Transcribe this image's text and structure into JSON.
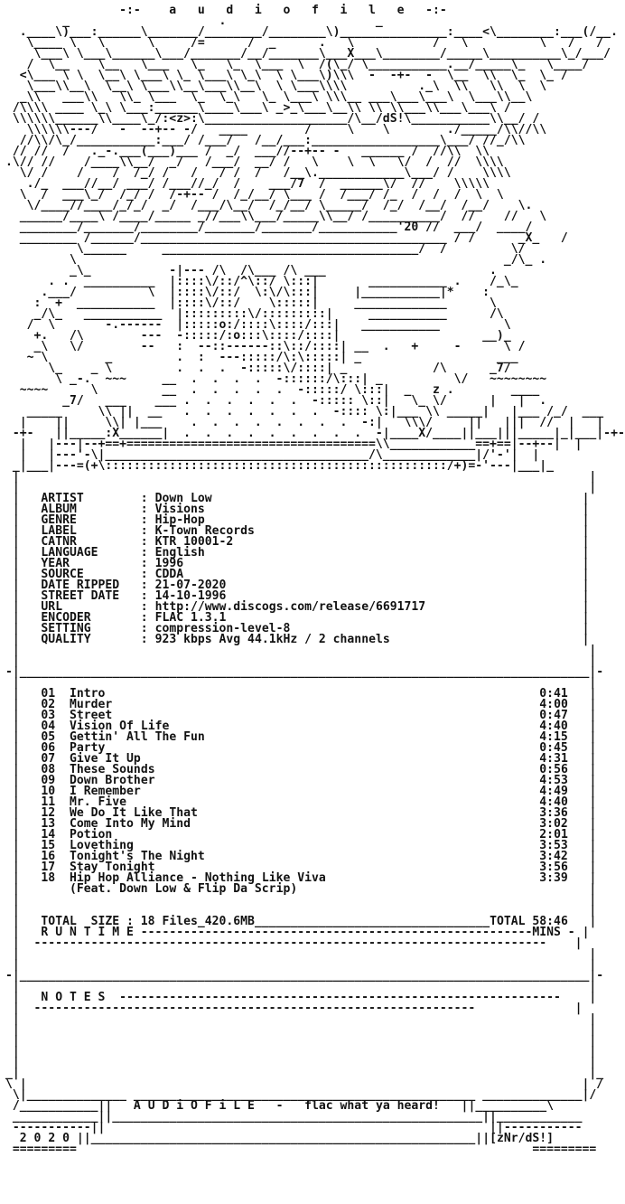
{
  "header": {
    "title": "-:-   a u d i o f i l e   -:-"
  },
  "art": {
    "logo_lines": [
      "                -:-    a   u   d   i   o   f   i   l   e   -:-",
      "        _                     .                     _",
      "  .____\\)___:______\\_______/________/________\\)_______________:____<\\________:___(/__.",
      "   \\____ \\   \\      \\     /=      /  _      .   \\           /   \\          \\   /   /",
      "    \\___\\ \\___\\______\\___/_______/__/_______\\___X___\\________/_____\\__________\\_/___/",
      "   /  \\__    \\__   \\___   \\_   \\_  \\___  \\  /(\\_/ \\___________.__/_____\\_   \\____/",
      "  <\\___ \\ \\  \\__\\ \\___\\ \\_ \\___\\ \\_\\  \\ \\___\\)\\\\\\  -  -+-  -  \\__  \\\\  \\_  \\_ /",
      "   \\___\\\\__\\  \\__\\ \\___\\\\__\\___\\\\__\\  \\ \\___\\\\\\\\          ._\\  \\\\   \\\\  \\  \\",
      "  _\\\\   ___\\\\   \\\\_ \\___  \\_  \\_\\   \\_ \\___\\ \\\\\\__ ___\\___\\___\\  \\___\\\\__\\",
      " /\\\\\\\\ ____ \\_\\ \\___:______\\____\\___\\ _>_\\___\\__\\\\ \\\\ \\\\___\\\\___\\___\\ /",
      " \\\\\\\\\\\\______\\\\____\\_/:<z>:\\____________________/\\__/dS!\\___________\\\\__/ /",
      "   \\\\\\\\\\\\---/   -  --+-- -/   ____        /     \\    \\        ./_____/\\\\//\\\\",
      "  //\\\\/\\_/___________:___/ /___/   /__/___:__________________\\___/ //_/\\\\",
      " // //  /   ._-.___(___)___ /  _/  ___//--+-- -   ______ /  //\\\\  \\\\",
      ".\\// //    /____\\\\__/  _/   /___/  __/ /   \\    \\  \\   \\/  /  //  \\\\\\\\",
      "  \\/ /    /    /  /_/ /   /   / /  /   /__\\.____________\\___/ /    \\\\\\\\",
      "   ./_  ___//__/ ___/ /___//_/  /    ___/7  /  ______\\/  //    \\\\\\\\\\",
      "  \\  /  ___\\_/  /_/ /  /-+-- /  /_/__/ \\___ /  /___/ /_  /  /  /  \\  \\",
      "   \\/____//____/_/_/  _/  /___/\\__/  /_/__/ \\_____/  /_/  /__/  /__/    \\.",
      "  ______/____\\ /____/_____ _//___\\\\___/_____\\\\__/ /__________/  //    //   \\",
      "  ________/_______/________/_______/_______/___________'20 //  ___/  ____/",
      "  ________ /______/___________________________________________ / /      _X_   /",
      "          \\______     ____________________________________/  /         \\/",
      "         \\                                                            _/\\_ ."
    ],
    "scene_lines": [
      "         _\\_           -|--- /\\  /\\___ /\\ ___                       .",
      "      . .  __________  |::::\\/::/^\\::/ \\:::|       ___________ .    /_\\_",
      "     .___/          \\  |::::\\/::/  \\:\\/\\:::|     |___________|*    :",
      "    :  +  ___________  |::::\\/::/    \\:::::|     _____________      \\",
      "    _/\\_   ___________  |:::::::::\\/:::::::::|     ___________      /\\",
      "   /  \\       -.------  |:::::o:/::::\\::::/:::|   ___________         \\",
      "    +.   /\\        ---  -:::::/:o:::\\::::/::::|                    __)_",
      "    _\\   \\/        --   :  --::------::\\::/::::| __  .   +     -      \\ /",
      "   ~ \\        _         .  :  ---:::::/\\:\\:::::| _                   ___",
      "      \\_    _ \\         .  .  .  -:::::\\/::::| _            /\\      _7/",
      "       \\ _-.  ~~~     __  .  .  .  .  -::::::/\\:::| _          \\/   ~~~~~~~~",
      "  ~~~~      \\         __  .  .  .  .  .  -:::::/ \\:::|  _   z .        ____",
      "        _7/   ___    ___ .  .  .  .  .  .  -::::: \\::|   \\_ \\/      |   |  .",
      "   _____     \\\\ ||  __   .  .  .  .  .  .  .  -:::: \\:|___ \\\\ _____|   |___ /_/  ___",
      "  |    ||     \\\\| |___    .  .  .  .  .  .  .  .  -:|   \\\\\\/     ||   |||  //  |   |",
      " -+-   ||_____:X______|  .  .  .  .  .  .  .  .  .  -|____X/____||___|||_____|_|___|-+-",
      "  |   |---|--+==+===================================\\\\____________==+==|--+--|  |",
      "  |   |---'-\\|_____________________________________/\\_____________|/'-'|  |",
      " _|___|---=(+\\::::::::::::::::::::::::::::::::::::::::::::::::/+)=-'---|___|_"
    ]
  },
  "info": [
    {
      "label": "ARTIST",
      "value": "Down Low"
    },
    {
      "label": "ALBUM",
      "value": "Visions"
    },
    {
      "label": "GENRE",
      "value": "Hip-Hop"
    },
    {
      "label": "LABEL",
      "value": "K-Town Records"
    },
    {
      "label": "CATNR",
      "value": "KTR 10001-2"
    },
    {
      "label": "LANGUAGE",
      "value": "English"
    },
    {
      "label": "YEAR",
      "value": "1996"
    },
    {
      "label": "SOURCE",
      "value": "CDDA"
    },
    {
      "label": "DATE RIPPED",
      "value": "21-07-2020"
    },
    {
      "label": "STREET DATE",
      "value": "14-10-1996"
    },
    {
      "label": "URL",
      "value": "http://www.discogs.com/release/6691717"
    },
    {
      "label": "ENCODER",
      "value": "FLAC 1.3.1"
    },
    {
      "label": "SETTING",
      "value": "compression-level-8"
    },
    {
      "label": "QUALITY",
      "value": "923 kbps Avg 44.1kHz / 2 channels"
    }
  ],
  "tracks": [
    {
      "no": "01",
      "title": "Intro",
      "time": "0:41"
    },
    {
      "no": "02",
      "title": "Murder",
      "time": "4:00"
    },
    {
      "no": "03",
      "title": "Street",
      "time": "0:47"
    },
    {
      "no": "04",
      "title": "Vision Of Life",
      "time": "4:40"
    },
    {
      "no": "05",
      "title": "Gettin' All The Fun",
      "time": "4:15"
    },
    {
      "no": "06",
      "title": "Party",
      "time": "0:45"
    },
    {
      "no": "07",
      "title": "Give It Up",
      "time": "4:31"
    },
    {
      "no": "08",
      "title": "These Sounds",
      "time": "0:56"
    },
    {
      "no": "09",
      "title": "Down Brother",
      "time": "4:53"
    },
    {
      "no": "10",
      "title": "I Remember",
      "time": "4:49"
    },
    {
      "no": "11",
      "title": "Mr. Five",
      "time": "4:40"
    },
    {
      "no": "12",
      "title": "We Do It Like That",
      "time": "3:36"
    },
    {
      "no": "13",
      "title": "Come Into My Mind",
      "time": "3:02"
    },
    {
      "no": "14",
      "title": "Potion",
      "time": "2:01"
    },
    {
      "no": "15",
      "title": "Lovething",
      "time": "3:53"
    },
    {
      "no": "16",
      "title": "Tonight's The Night",
      "time": "3:42"
    },
    {
      "no": "17",
      "title": "Stay Tonight",
      "time": "3:56"
    },
    {
      "no": "18",
      "title": "Hip Hop Alliance - Nothing Like Viva",
      "time": "3:39",
      "extra": "(Feat. Down Low & Flip Da Scrip)"
    }
  ],
  "totals": {
    "size_label": "TOTAL  SIZE",
    "size_value": "18 Files_420.6MB",
    "total_label": "TOTAL",
    "total_value": "58:46",
    "runtime_label": "R U N T I M E",
    "mins_label": "MINS"
  },
  "notes": {
    "label": "N O T E S"
  },
  "footer": {
    "brand": "A U D i O F i L E",
    "tagline": "flac what ya heard!",
    "year": "2 0 2 0",
    "credit": "[zNr/dS!]"
  }
}
